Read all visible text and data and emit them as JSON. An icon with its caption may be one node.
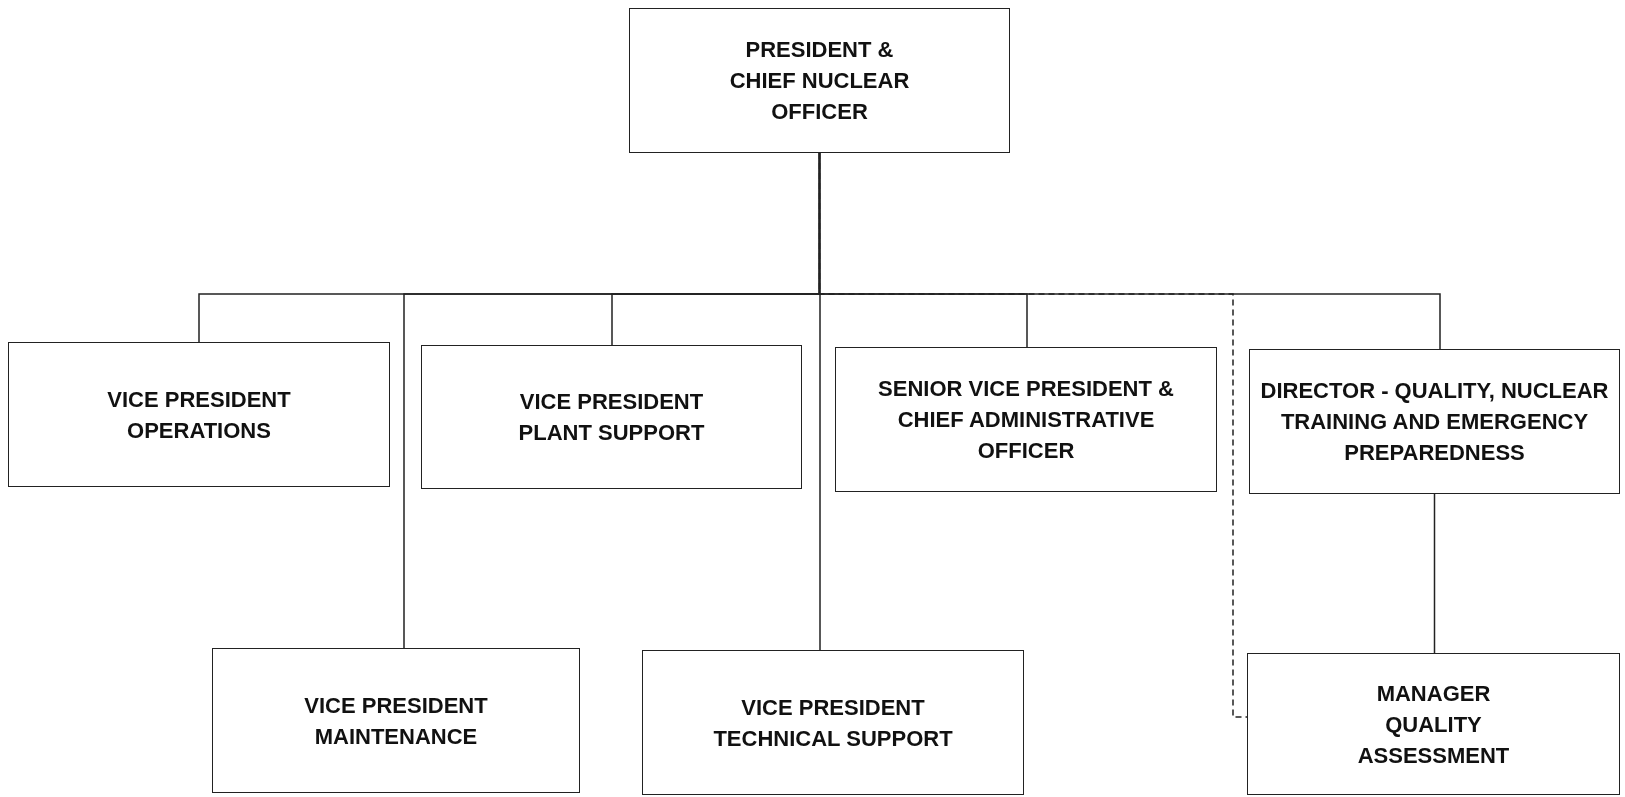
{
  "diagram": {
    "nodes": [
      {
        "text": [
          "PRESIDENT & CHIEF NUCLEAR OFFICER"
        ]
      },
      {
        "text": [
          "VICE PRESIDENT OPERATIONS"
        ]
      },
      {
        "text": [
          "VICE PRESIDENT PLANT SUPPORT"
        ]
      },
      {
        "text": [
          "SENIOR VICE PRESIDENT & CHIEF ADMINISTRATIVE OFFICER"
        ]
      },
      {
        "text": [
          "DIRECTOR - QUALITY, NUCLEAR TRAINING AND EMERGENCY PREPAREDNESS"
        ]
      },
      {
        "text": [
          "VICE PRESIDENT MAINTENANCE"
        ]
      },
      {
        "text": [
          "VICE PRESIDENT TECHNICAL SUPPORT"
        ]
      },
      {
        "text": [
          "MANAGER QUALITY ASSESSMENT"
        ]
      }
    ],
    "edges": [
      {
        "from": 0,
        "to": 1,
        "arrow": "none"
      },
      {
        "from": 0,
        "to": 5,
        "arrow": "none"
      },
      {
        "from": 0,
        "to": 2,
        "arrow": "none"
      },
      {
        "from": 0,
        "to": 6,
        "arrow": "none"
      },
      {
        "from": 0,
        "to": 3,
        "arrow": "none"
      },
      {
        "from": 0,
        "to": 7,
        "arrow": "none",
        "style": "dashed"
      },
      {
        "from": 0,
        "to": 4,
        "arrow": "none"
      },
      {
        "from": 4,
        "to": 7,
        "arrow": "none"
      }
    ]
  }
}
